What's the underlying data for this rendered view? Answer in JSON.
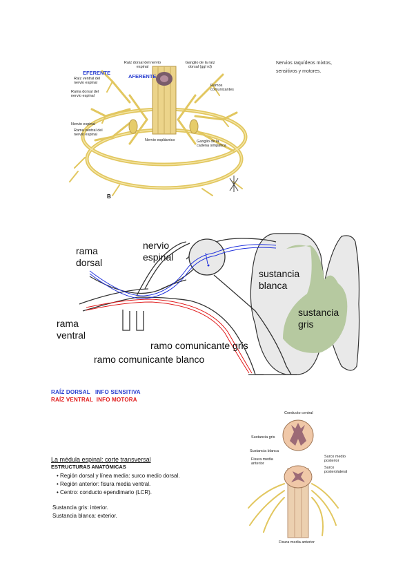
{
  "fig1": {
    "efferent": "EFERENTE",
    "afferent": "AFERENTE",
    "letter": "B",
    "labels": {
      "raiz_ventral": "Raíz ventral del nervio espinal",
      "rama_dorsal": "Rama dorsal del nervio espinal",
      "nervio_espinal": "Nervio espinal",
      "rama_ventral": "Rama ventral del nervio espinal",
      "raiz_dorsal": "Raíz dorsal del nervio espinal",
      "ganglio_raiz": "Ganglio de la raíz dorsal (ggl rd)",
      "ramos": "Ramos comunicantes",
      "nervio_esplacnico": "Nervio esplácnico",
      "ganglio_cadena": "Ganglio de la cadena simpática"
    }
  },
  "top_note": {
    "line1": "Nervios raquídeos mixtos,",
    "line2": "sensitivos y motores."
  },
  "fig2": {
    "rama_dorsal_1": "rama",
    "rama_dorsal_2": "dorsal",
    "nervio_1": "nervio",
    "nervio_2": "espinal",
    "sustancia_blanca_1": "sustancia",
    "sustancia_blanca_2": "blanca",
    "sustancia_gris_1": "sustancia",
    "sustancia_gris_2": "gris",
    "rama_ventral_1": "rama",
    "rama_ventral_2": "ventral",
    "comunicante_gris": "ramo comunicante gris",
    "comunicante_blanco": "ramo comunicante blanco",
    "colors": {
      "sensory": "#2233dd",
      "motor": "#e01818",
      "gray": "#b6c9a0",
      "white": "#e9e9e9"
    }
  },
  "legend": {
    "dorsal": "RAÍZ DORSAL   INFO SENSITIVA",
    "ventral": "RAÍZ VENTRAL  INFO MOTORA"
  },
  "fig3": {
    "conducto": "Conducto central",
    "sustancia_gris": "Sustancia gris",
    "sustancia_blanca": "Sustancia blanca",
    "fisura": "Fisura media anterior",
    "surco_post": "Surco medio posterior",
    "surco_poster": "Surco posterolateral",
    "fisura_bottom": "Fisura media anterior"
  },
  "text": {
    "heading": "La médula espinal: corte transversal",
    "subheading": "ESTRUCTURAS ANATÓMICAS",
    "items": [
      "• Región dorsal y línea media: surco medio dorsal.",
      "• Región anterior: fisura media ventral.",
      "• Centro: conducto ependimario (LCR)."
    ],
    "gris": "Sustancia gris: interior.",
    "blanca": "Sustancia blanca: exterior."
  }
}
